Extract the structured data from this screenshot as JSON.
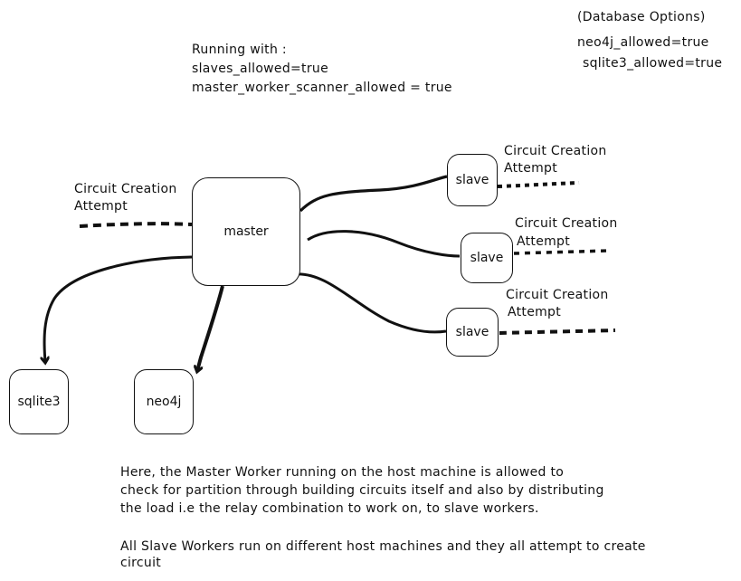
{
  "db_options": {
    "title": "(Database Options)",
    "line1": "neo4j_allowed=true",
    "line2": "sqlite3_allowed=true"
  },
  "running": {
    "title": "Running with :",
    "line1": "slaves_allowed=true",
    "line2": "master_worker_scanner_allowed = true"
  },
  "nodes": {
    "master": "master",
    "slave1": "slave",
    "slave2": "slave",
    "slave3": "slave",
    "sqlite": "sqlite3",
    "neo4j": "neo4j"
  },
  "labels": {
    "master_attempt_1": "Circuit Creation",
    "master_attempt_2": "Attempt",
    "slave1_attempt_1": "Circuit Creation",
    "slave1_attempt_2": "Attempt",
    "slave2_attempt_1": "Circuit Creation",
    "slave2_attempt_2": "Attempt",
    "slave3_attempt_1": "Circuit Creation",
    "slave3_attempt_2": "Attempt"
  },
  "description": {
    "p1_l1": "Here, the Master Worker running on the host machine is allowed to",
    "p1_l2": "check for partition through building circuits itself and also by distributing",
    "p1_l3": "the load i.e the relay combination to work on, to slave workers.",
    "p2_l1": "All Slave Workers run on different host machines and they all attempt to create",
    "p2_l2": "circuit"
  },
  "colors": {
    "ink": "#111111",
    "background": "#ffffff"
  }
}
